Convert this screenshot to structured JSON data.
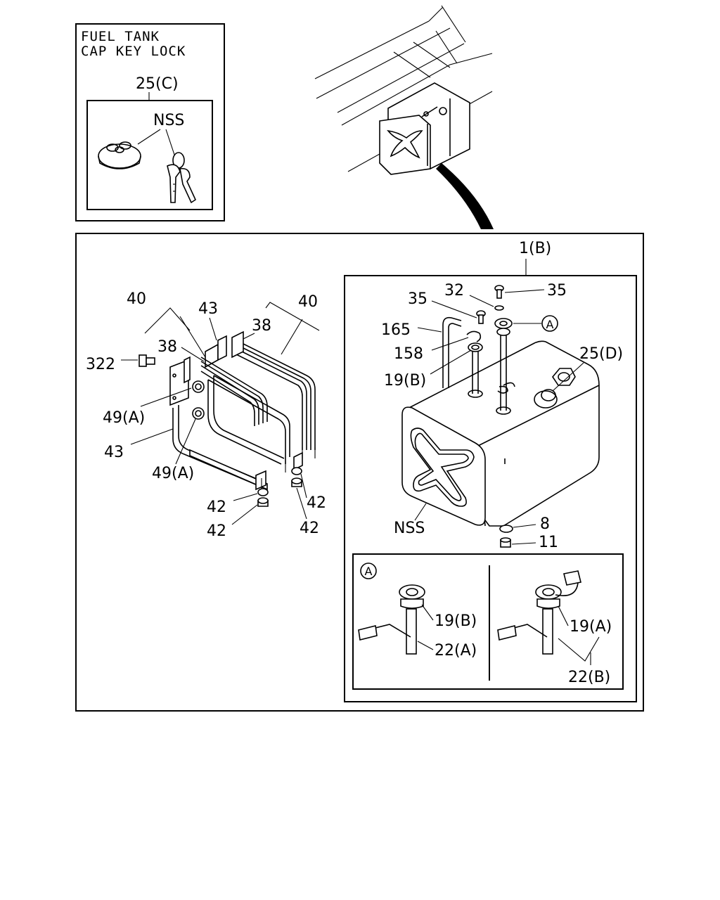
{
  "inset_cap_key": {
    "title_line1": "FUEL TANK",
    "title_line2": "CAP KEY LOCK",
    "callout_25c": "25(C)",
    "callout_nss": "NSS"
  },
  "callouts": {
    "c1b": "1(B)",
    "c40_left": "40",
    "c40_right": "40",
    "c43_top": "43",
    "c43_bottom": "43",
    "c38_top": "38",
    "c38_left": "38",
    "c322": "322",
    "c49a_upper": "49(A)",
    "c49a_lower": "49(A)",
    "c42_a": "42",
    "c42_b": "42",
    "c42_c": "42",
    "c42_d": "42",
    "c35_left": "35",
    "c35_right": "35",
    "c32": "32",
    "c165": "165",
    "c158": "158",
    "c19b": "19(B)",
    "c25d": "25(D)",
    "c8": "8",
    "c11": "11",
    "c_nss": "NSS",
    "marker_a": "A"
  },
  "detail_a": {
    "marker": "A",
    "left_19b": "19(B)",
    "left_22a": "22(A)",
    "right_19a": "19(A)",
    "right_22b": "22(B)"
  }
}
